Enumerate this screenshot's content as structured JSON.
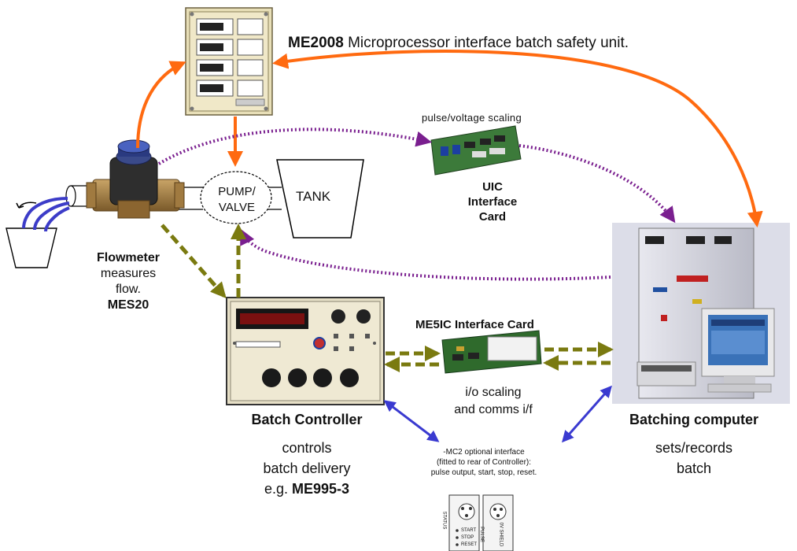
{
  "me2008": {
    "model": "ME2008",
    "description": "Microprocessor interface batch safety unit."
  },
  "uic": {
    "top_label": "pulse/voltage scaling",
    "line1": "UIC",
    "line2": "Interface",
    "line3": "Card"
  },
  "pump_valve": {
    "line1": "PUMP/",
    "line2": "VALVE"
  },
  "tank": {
    "label": "TANK"
  },
  "flowmeter": {
    "title": "Flowmeter",
    "line1": "measures",
    "line2": "flow.",
    "model": "MES20"
  },
  "me5ic": {
    "title": "ME5IC Interface Card",
    "line1": "i/o scaling",
    "line2": "and comms i/f"
  },
  "batch_controller": {
    "title": "Batch Controller",
    "line1": "controls",
    "line2": "batch delivery",
    "eg_prefix": "e.g. ",
    "model": "ME995-3"
  },
  "batching_computer": {
    "title": "Batching computer",
    "line1": "sets/records",
    "line2": "batch"
  },
  "mc2": {
    "line1": "-MC2 optional interface",
    "line2": "(fitted to rear of Controller):",
    "line3": "pulse output, start, stop, reset.",
    "plate1": [
      "STATUS",
      "START",
      "STOP",
      "RESET"
    ],
    "plate2": [
      "PULSE",
      "0V SHIELD"
    ]
  },
  "colors": {
    "orange": "#ff6a10",
    "purple": "#7a1f8f",
    "olive": "#7a7a10",
    "blue": "#3a3ad0"
  }
}
